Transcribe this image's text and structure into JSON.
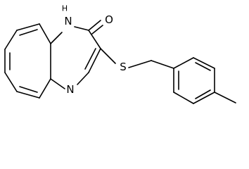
{
  "atoms": {
    "nh": {
      "element": "N",
      "hydrogen": "H"
    },
    "o": {
      "element": "O"
    },
    "n": {
      "element": "N"
    },
    "s": {
      "element": "S"
    }
  }
}
